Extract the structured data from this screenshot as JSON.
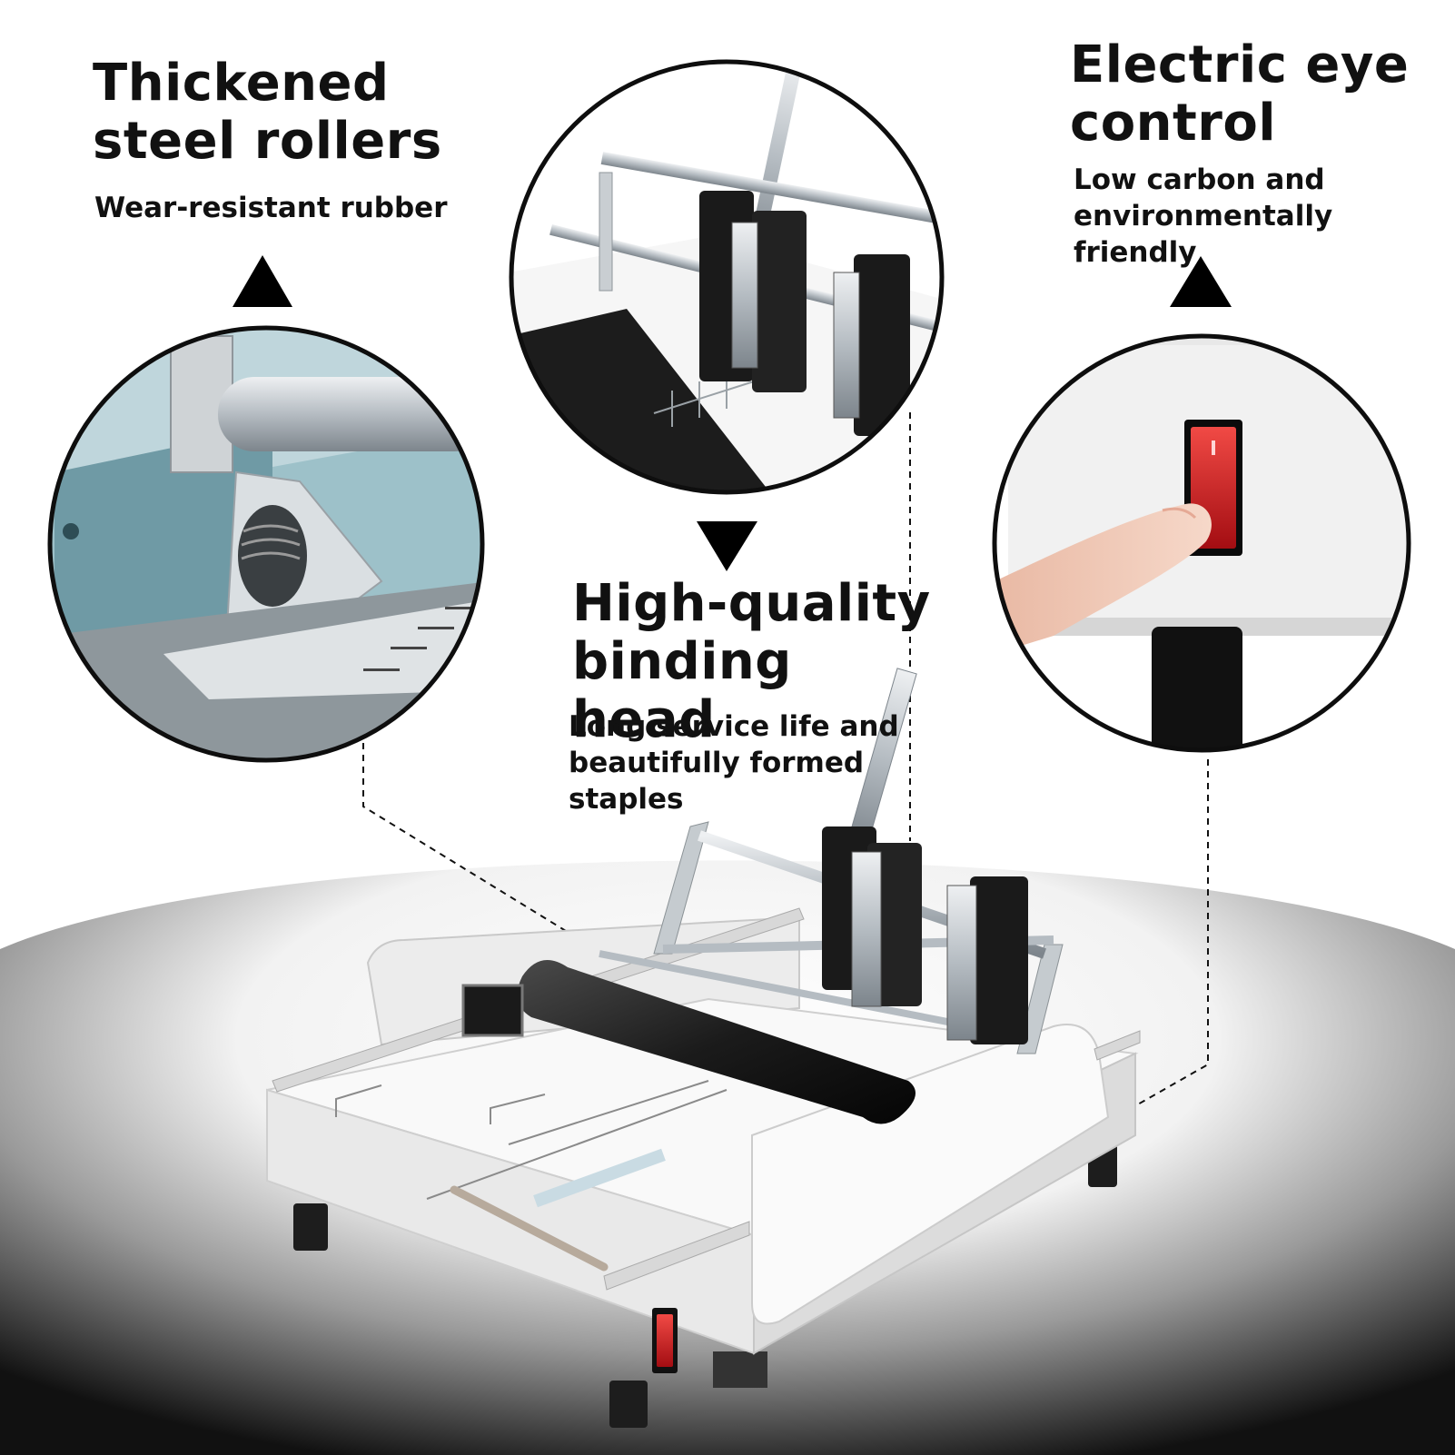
{
  "features": {
    "rollers": {
      "title": "Thickened\nsteel rollers",
      "subtitle": "Wear-resistant rubber"
    },
    "switch": {
      "title": "Electric eye\ncontrol",
      "subtitle": "Low carbon and\nenvironmentally\nfriendly"
    },
    "head": {
      "title": "High-quality\nbinding head",
      "subtitle": "Long service life and\nbeautifully formed\nstaples"
    }
  },
  "colors": {
    "ink": "#111111",
    "steel": "#c3c8cc",
    "teal": "#8db6bf",
    "switch_red": "#d3171b",
    "body_white": "#f4f4f4"
  },
  "icons": {
    "pointer_left": "triangle-up-icon",
    "pointer_mid": "triangle-down-icon",
    "pointer_right": "triangle-up-icon"
  }
}
